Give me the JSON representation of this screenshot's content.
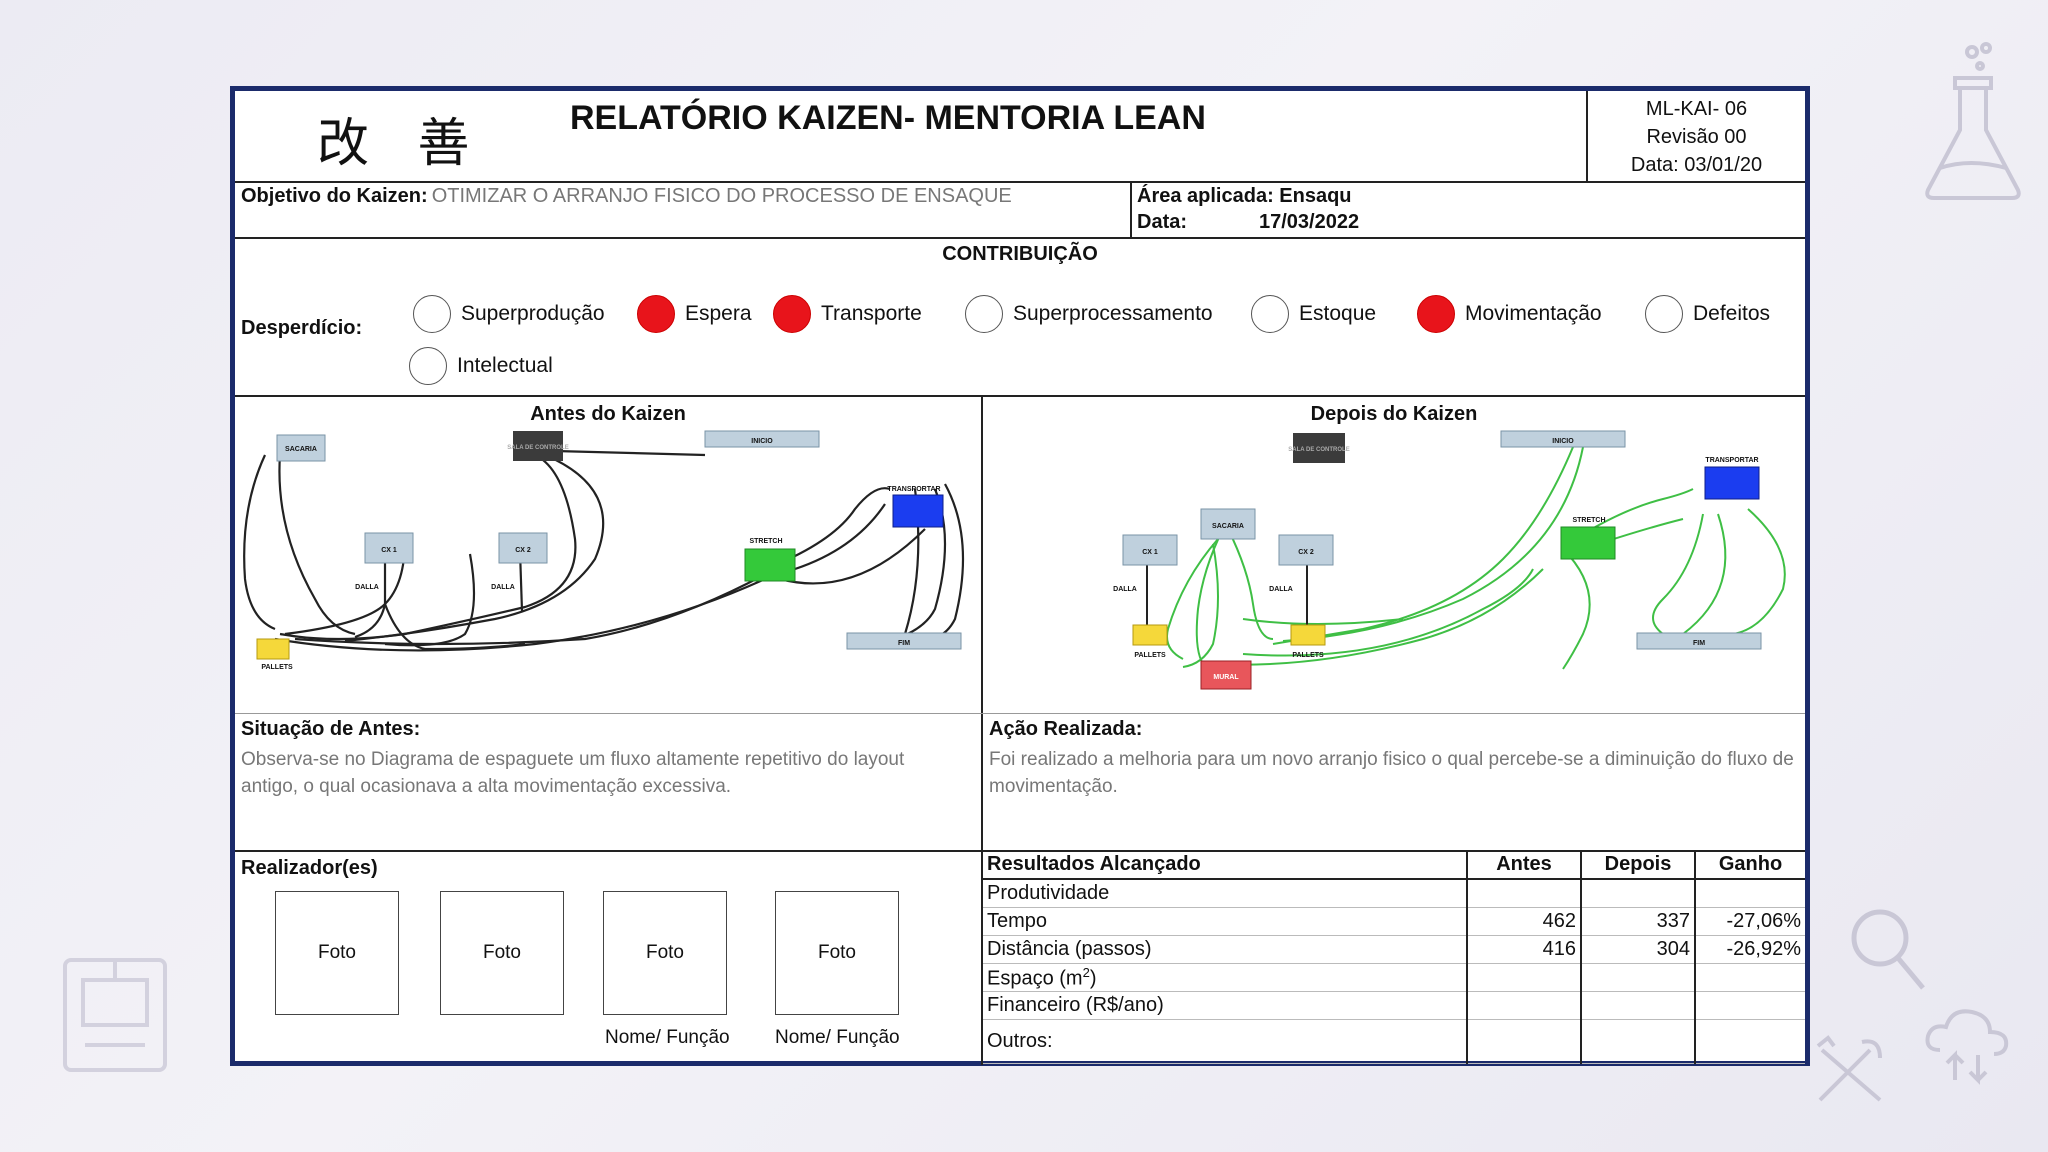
{
  "header": {
    "kanji": "改 善",
    "title": "RELATÓRIO KAIZEN- MENTORIA LEAN",
    "code": "ML-KAI- 06",
    "revision": "Revisão 00",
    "date": "Data: 03/01/20"
  },
  "objective": {
    "label": "Objetivo do Kaizen:",
    "value": "OTIMIZAR O ARRANJO FISICO DO PROCESSO DE ENSAQUE",
    "area_label": "Área aplicada: Ensaqu",
    "date_label": "Data:",
    "date_value": "17/03/2022"
  },
  "contribution": {
    "title": "CONTRIBUIÇÃO",
    "waste_label": "Desperdício:",
    "items": [
      {
        "label": "Superprodução",
        "checked": false
      },
      {
        "label": "Espera",
        "checked": true
      },
      {
        "label": "Transporte",
        "checked": true
      },
      {
        "label": "Superprocessamento",
        "checked": false
      },
      {
        "label": "Estoque",
        "checked": false
      },
      {
        "label": "Movimentação",
        "checked": true
      },
      {
        "label": "Defeitos",
        "checked": false
      },
      {
        "label": "Intelectual",
        "checked": false
      }
    ]
  },
  "before": {
    "title": "Antes do Kaizen",
    "labels": {
      "sacaria": "SACARIA",
      "sala": "SALA DE CONTROLE",
      "inicio": "INICIO",
      "cx1": "CX 1",
      "cx2": "CX 2",
      "dalla": "DALLA",
      "stretch": "STRETCH",
      "transportar": "TRANSPORTAR",
      "fim": "FIM",
      "pallets": "PALLETS"
    },
    "situation_label": "Situação de Antes:",
    "situation_text": "Observa-se no Diagrama de espaguete um fluxo altamente repetitivo do layout antigo, o qual ocasionava a alta movimentação excessiva."
  },
  "after": {
    "title": "Depois do Kaizen",
    "labels": {
      "sala": "SALA DE CONTROLE",
      "inicio": "INICIO",
      "transportar": "TRANSPORTAR",
      "sacaria": "SACARIA",
      "cx1": "CX 1",
      "cx2": "CX 2",
      "stretch": "STRETCH",
      "dalla": "DALLA",
      "pallets": "PALLETS",
      "fim": "FIM",
      "mural": "MURAL"
    },
    "action_label": "Ação Realizada:",
    "action_text": "Foi realizado a melhoria para um novo arranjo fisico o qual percebe-se a diminuição do fluxo de movimentação."
  },
  "performers": {
    "label": "Realizador(es)",
    "photo": "Foto",
    "name_role": "Nome/ Função"
  },
  "results": {
    "header": [
      "Resultados Alcançado",
      "Antes",
      "Depois",
      "Ganho"
    ],
    "rows": [
      {
        "label": "Produtividade",
        "antes": "",
        "depois": "",
        "ganho": ""
      },
      {
        "label": "Tempo",
        "antes": "462",
        "depois": "337",
        "ganho": "-27,06%"
      },
      {
        "label": "Distância (passos)",
        "antes": "416",
        "depois": "304",
        "ganho": "-26,92%"
      },
      {
        "label": "Espaço (m",
        "sup": "2",
        "label_end": ")",
        "antes": "",
        "depois": "",
        "ganho": ""
      },
      {
        "label": "Financeiro (R$/ano)",
        "antes": "",
        "depois": "",
        "ganho": ""
      },
      {
        "label": "Outros:",
        "antes": "",
        "depois": "",
        "ganho": ""
      }
    ]
  },
  "colors": {
    "accent_border": "#1b2b6b",
    "checked": "#e8141b",
    "green": "#34c93a",
    "blue": "#1b3df0",
    "yellow": "#f5d83a",
    "mural": "#e8565b"
  }
}
